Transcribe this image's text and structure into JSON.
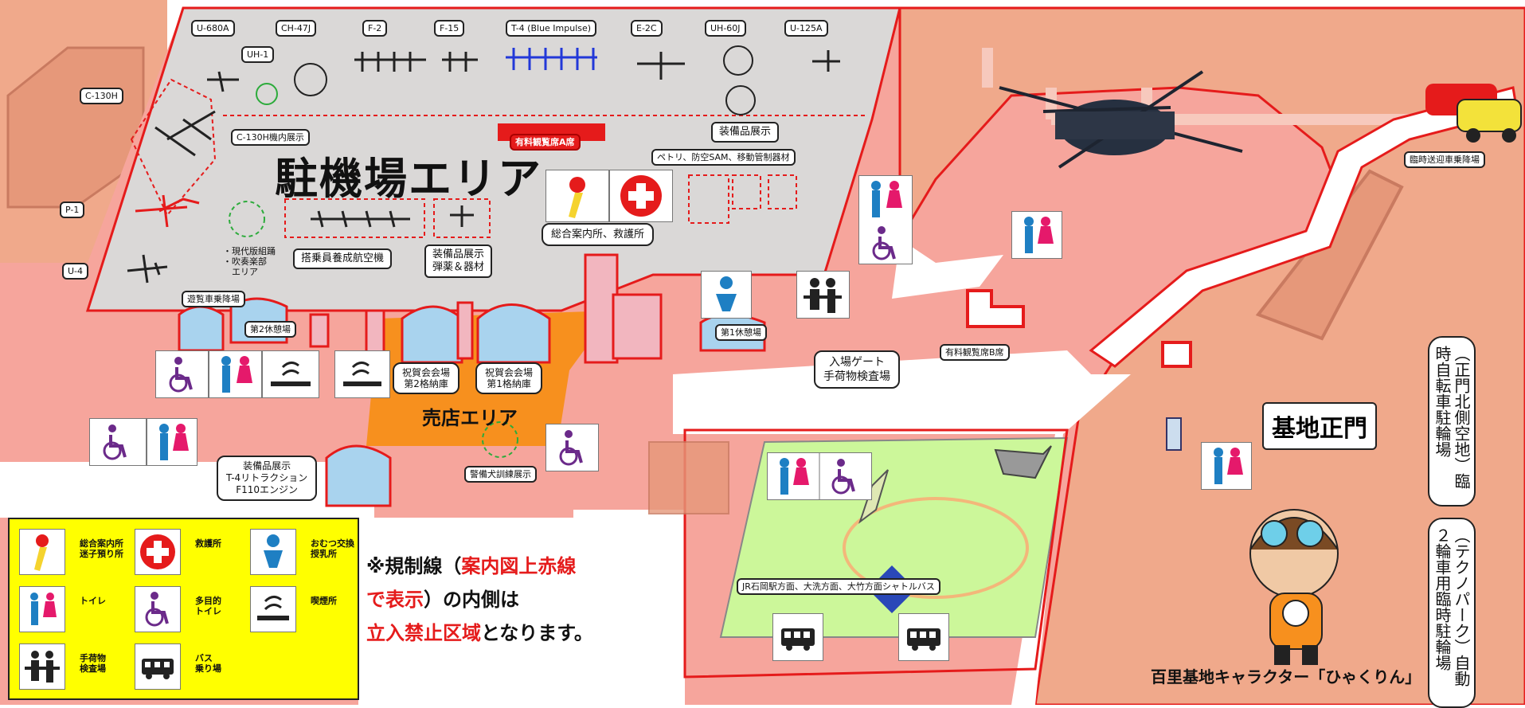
{
  "aircraft_labels": [
    "U-680A",
    "CH-47J",
    "F-2",
    "F-15",
    "T-4 (Blue Impulse)",
    "E-2C",
    "UH-60J",
    "U-125A",
    "UH-1",
    "C-130H",
    "P-1",
    "U-4"
  ],
  "apron_title": "駐機場エリア",
  "shop_title": "売店エリア",
  "main_gate": "基地正門",
  "areas": {
    "c130_inside": "C-130H機内展示",
    "paid_a": "有料観覧席A席",
    "equip_display": "装備品展示",
    "equip_sub": "ペトリ、防空SAM、移動管制器材",
    "info_first_aid": "総合案内所、救護所",
    "band_area": "・現代版組踊\n・吹奏楽部\n　エリア",
    "crew_training": "搭乗員養成航空機",
    "ammo_display": "装備品展示\n弾薬＆器材",
    "tour_car": "遊覧車乗降場",
    "rest2": "第2休憩場",
    "rest1": "第1休憩場",
    "hangar2": "祝賀会会場\n第2格納庫",
    "hangar1": "祝賀会会場\n第1格納庫",
    "engine_display": "装備品展示\nT-4リトラクション\nF110エンジン",
    "dog_demo": "警備犬訓練展示",
    "entrance_gate": "入場ゲート\n手荷物検査場",
    "paid_b": "有料観覧席B席",
    "pickup": "臨時送迎車乗降場",
    "shuttle": "JR石岡駅方面、大洗方面、大竹方面シャトルバス",
    "bike_parking": "（正門北側空地）臨時自転車駐輪場",
    "moto_parking": "（テクノパーク）自動２輪車用臨時駐輪場",
    "character": "百里基地キャラクター「ひゃくりん」"
  },
  "legend": [
    {
      "icon": "info-icon",
      "label": "総合案内所\n迷子預り所"
    },
    {
      "icon": "first-aid-icon",
      "label": "救護所"
    },
    {
      "icon": "baby-change-icon",
      "label": "おむつ交換\n授乳所"
    },
    {
      "icon": "toilet-icon",
      "label": "トイレ"
    },
    {
      "icon": "accessible-toilet-icon",
      "label": "多目的\nトイレ"
    },
    {
      "icon": "smoking-icon",
      "label": "喫煙所"
    },
    {
      "icon": "baggage-check-icon",
      "label": "手荷物\n検査場"
    },
    {
      "icon": "bus-icon",
      "label": "バス\n乗り場"
    }
  ],
  "notice": {
    "prefix": "※規制線（",
    "red1": "案内図上赤線で表示",
    "mid": "）の内側は",
    "red2": "立入禁止区域",
    "suffix": "となります。"
  },
  "colors": {
    "restricted": "#f6a59c",
    "apron": "#d9d7d6",
    "shop": "#f7901e",
    "park": "#ccf79a",
    "legend": "#ffff00",
    "redline": "#e51b1b",
    "hangar": "#a9d3ee"
  }
}
